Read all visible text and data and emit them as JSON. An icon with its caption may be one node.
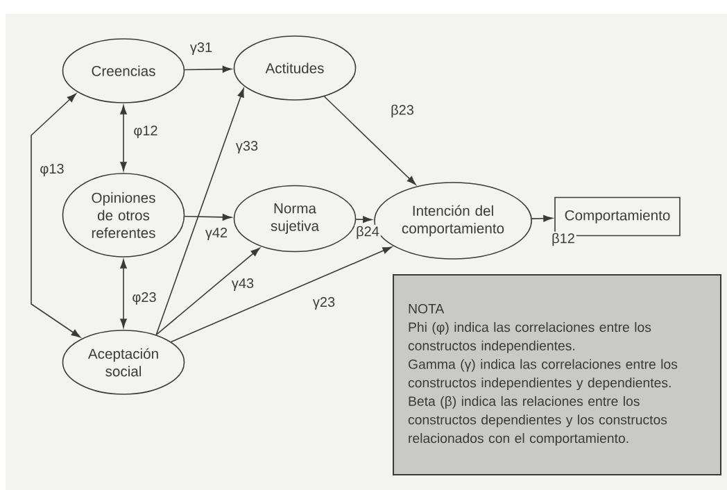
{
  "diagram": {
    "nodes": [
      {
        "text": [
          "Creencias"
        ]
      },
      {
        "text": [
          "Actitudes"
        ]
      },
      {
        "text": [
          "Opiniones de otros referentes"
        ]
      },
      {
        "text": [
          "Norma sujetiva"
        ]
      },
      {
        "text": [
          "Intención del comportamiento"
        ]
      },
      {
        "text": [
          "Comportamiento"
        ]
      },
      {
        "text": [
          "Aceptación social"
        ]
      },
      {
        "text": [
          "NOTA",
          "Phi (φ) indica las correlaciones entre los constructos independientes.",
          "Gamma (γ) indica las correlaciones entre los constructos independientes y dependientes.",
          "Beta (β) indica las relaciones entre los constructos dependientes y los constructos relacionados con el comportamiento."
        ]
      }
    ],
    "edges": [
      {
        "from": 0,
        "to": 1,
        "arrow": "to",
        "label": "γ31"
      },
      {
        "from": 0,
        "to": 2,
        "arrow": "both",
        "label": "φ12"
      },
      {
        "from": 0,
        "to": 6,
        "arrow": "both",
        "label": "φ13"
      },
      {
        "from": 2,
        "to": 3,
        "arrow": "to",
        "label": "γ42"
      },
      {
        "from": 6,
        "to": 1,
        "arrow": "to",
        "label": "γ33"
      },
      {
        "from": 6,
        "to": 3,
        "arrow": "to",
        "label": "γ43"
      },
      {
        "from": 6,
        "to": 4,
        "arrow": "to",
        "label": "γ23"
      },
      {
        "from": 2,
        "to": 6,
        "arrow": "both",
        "label": "φ23"
      },
      {
        "from": 1,
        "to": 4,
        "arrow": "to",
        "label": "β23"
      },
      {
        "from": 3,
        "to": 4,
        "arrow": "to",
        "label": "β24"
      },
      {
        "from": 4,
        "to": 5,
        "arrow": "to",
        "label": "β12"
      }
    ]
  }
}
